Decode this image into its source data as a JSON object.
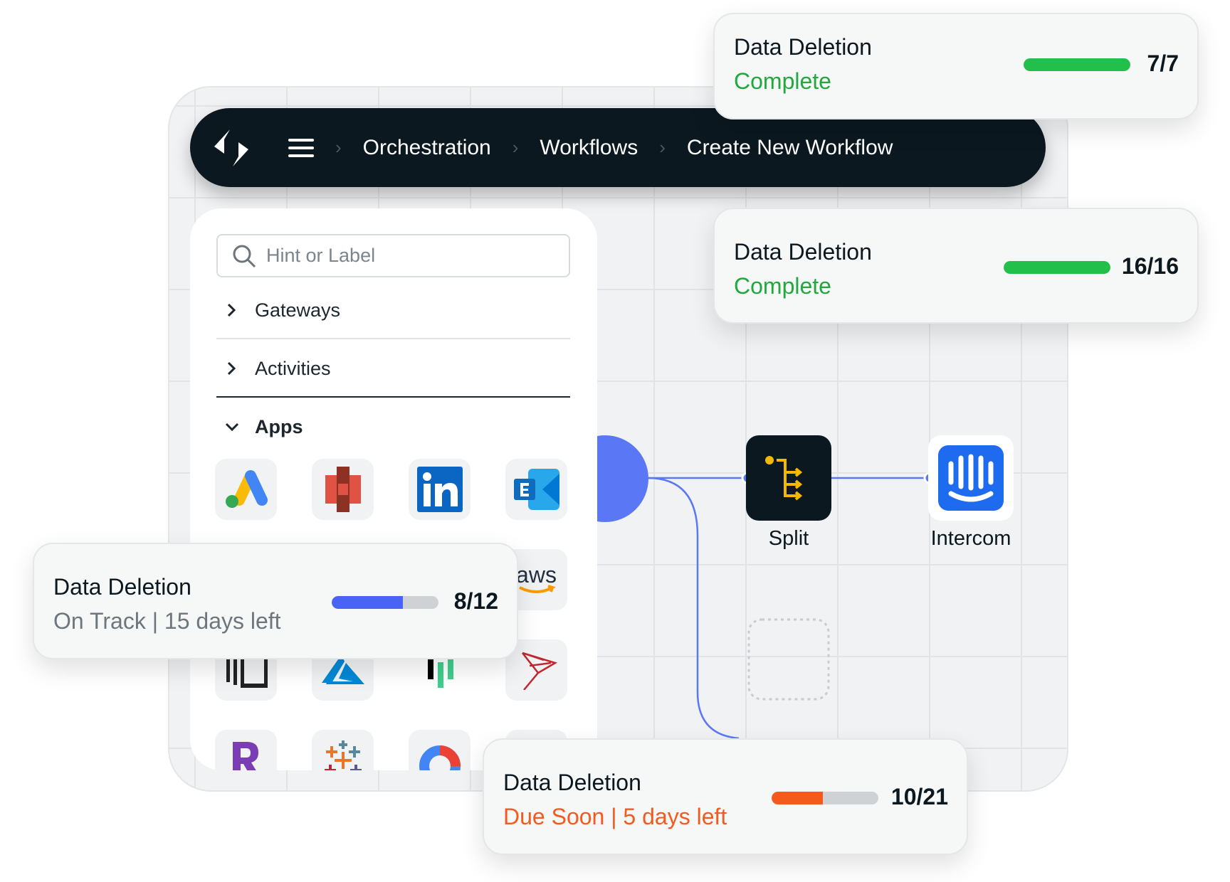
{
  "nav": {
    "breadcrumbs": [
      "Orchestration",
      "Workflows",
      "Create New Workflow"
    ]
  },
  "panel": {
    "search_placeholder": "Hint or Label",
    "sections": [
      {
        "label": "Gateways",
        "expanded": false
      },
      {
        "label": "Activities",
        "expanded": false
      },
      {
        "label": "Apps",
        "expanded": true
      }
    ],
    "apps": [
      "google-ads",
      "aws-s3",
      "linkedin",
      "ms-exchange",
      "app-blurred-1",
      "app-blurred-2",
      "app-blurred-3",
      "aws",
      "app-bracket",
      "azure",
      "app-bars",
      "sql-server",
      "r-app",
      "tableau",
      "google-analytics",
      "app-hidden"
    ],
    "aws_text": "aws"
  },
  "flow": {
    "nodes": [
      {
        "label": "Split",
        "icon": "split-icon"
      },
      {
        "label": "Intercom",
        "icon": "intercom-icon"
      }
    ],
    "accent": "#5a78f5"
  },
  "cards": [
    {
      "title": "Data Deletion",
      "status": "Complete",
      "count": "7/7",
      "progress": 1.0,
      "color": "#22c04a"
    },
    {
      "title": "Data Deletion",
      "status": "Complete",
      "count": "16/16",
      "progress": 1.0,
      "color": "#22c04a"
    },
    {
      "title": "Data Deletion",
      "status": "On Track | 15 days left",
      "count": "8/12",
      "progress": 0.6667,
      "color": "#4a63f7"
    },
    {
      "title": "Data Deletion",
      "status": "Due Soon | 5 days left",
      "count": "10/21",
      "progress": 0.48,
      "color": "#f45a1e"
    }
  ],
  "colors": {
    "complete": "#22a83f",
    "on_track": "#6d767c",
    "due_soon": "#f45a1e"
  }
}
